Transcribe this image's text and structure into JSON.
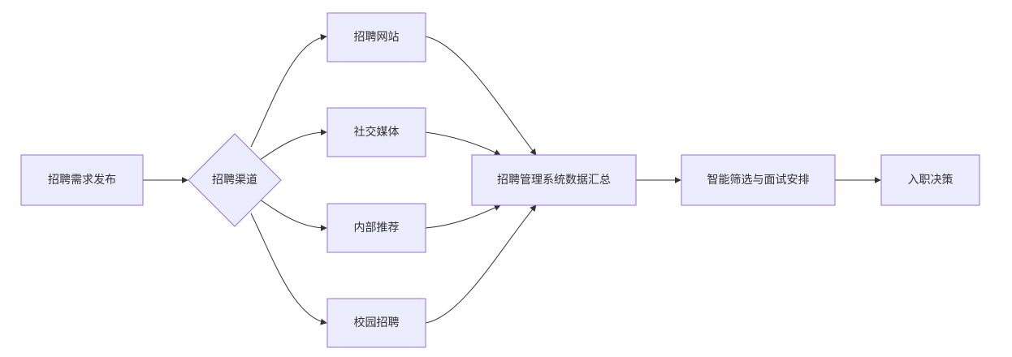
{
  "nodes": {
    "publish": "招聘需求发布",
    "channels": "招聘渠道",
    "website": "招聘网站",
    "social": "社交媒体",
    "referral": "内部推荐",
    "campus": "校园招聘",
    "system": "招聘管理系统数据汇总",
    "screening": "智能筛选与面试安排",
    "decision": "入职决策"
  },
  "colors": {
    "node_fill": "#ececff",
    "node_stroke": "#9370db",
    "edge": "#333333",
    "text": "#333333"
  }
}
